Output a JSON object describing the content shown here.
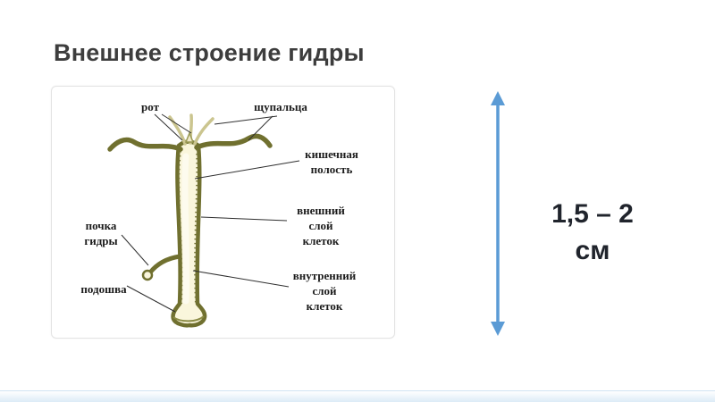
{
  "slide": {
    "title": "Внешнее строение гидры",
    "measurement": "1,5 – 2\nсм"
  },
  "diagram": {
    "labels": {
      "mouth": "рот",
      "tentacles": "щупальца",
      "cavity_line1": "кишечная",
      "cavity_line2": "полость",
      "outer_line1": "внешний",
      "outer_line2": "слой",
      "outer_line3": "клеток",
      "bud_line1": "почка",
      "bud_line2": "гидры",
      "sole": "подошва",
      "inner_line1": "внутренний",
      "inner_line2": "слой",
      "inner_line3": "клеток"
    }
  },
  "colors": {
    "arrow": "#5B9BD5",
    "body_outline": "#70702f",
    "body_fill": "#faf6dc"
  }
}
